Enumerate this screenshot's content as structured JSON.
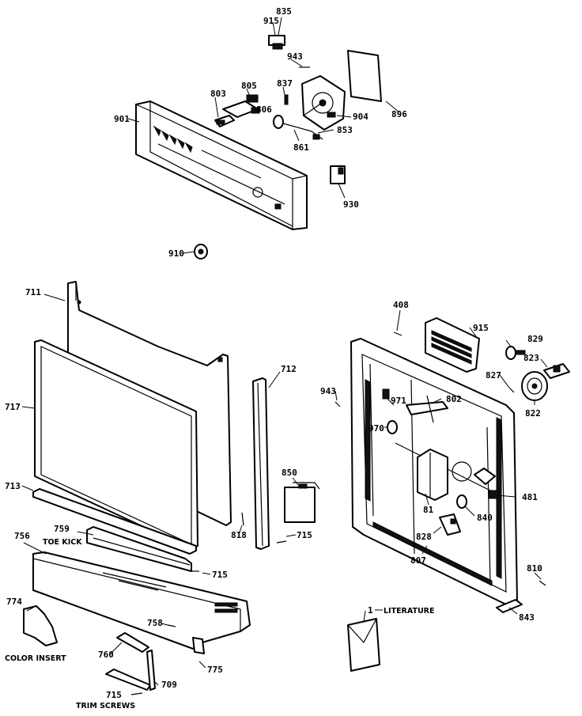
{
  "labels": {
    "p835": "835",
    "p915a": "915",
    "p943a": "943",
    "p896": "896",
    "p805": "805",
    "p803": "803",
    "p837": "837",
    "p806": "806",
    "p904": "904",
    "p901": "901",
    "p853": "853",
    "p861": "861",
    "p930": "930",
    "p910": "910",
    "p711": "711",
    "p717": "717",
    "p713": "713",
    "p712": "712",
    "p818": "818",
    "p850": "850",
    "p715a": "715",
    "p715b": "715",
    "p756": "756",
    "p759": "759",
    "p758": "758",
    "p774": "774",
    "p760": "760",
    "p775": "775",
    "p709": "709",
    "p715c": "715",
    "p408": "408",
    "p915b": "915",
    "p829": "829",
    "p823": "823",
    "p827": "827",
    "p822": "822",
    "p943b": "943",
    "p971": "971",
    "p802": "802",
    "p970": "970",
    "p481": "481",
    "p81": "81",
    "p840": "840",
    "p828": "828",
    "p807": "807",
    "p810": "810",
    "p843": "843",
    "p1": "1"
  },
  "captions": {
    "toe_kick": "TOE KICK",
    "color_insert": "COLOR INSERT",
    "trim_screws": "TRIM SCREWS",
    "literature": "LITERATURE"
  }
}
